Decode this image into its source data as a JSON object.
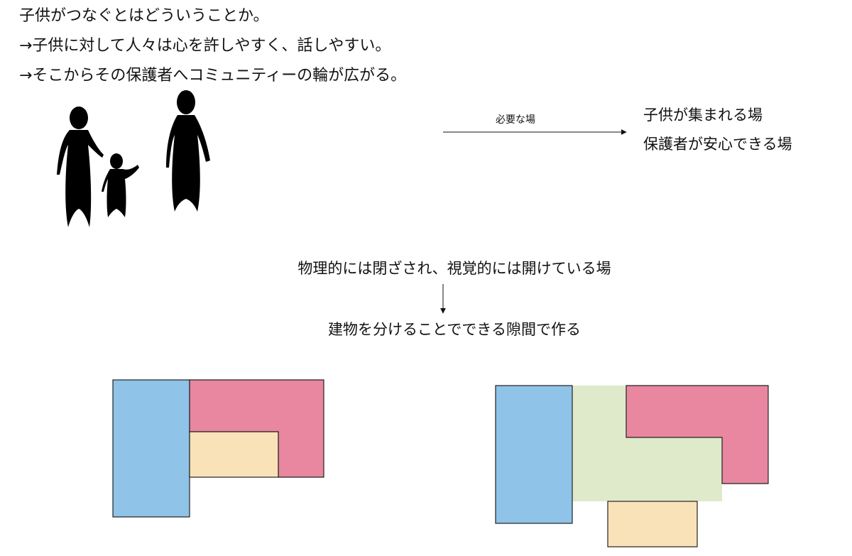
{
  "intro": {
    "line1": "子供がつなぐとはどういうことか。",
    "line2": "→子供に対して人々は心を許しやすく、話しやすい。",
    "line3": "→そこからその保護者へコミュニティーの輪が広がる。"
  },
  "arrow": {
    "label": "必要な場"
  },
  "needs": {
    "item1": "子供が集まれる場",
    "item2": "保護者が安心できる場"
  },
  "concept": {
    "condition": "物理的には閉ざされ、視覚的には開けている場",
    "method": "建物を分けることでできる隙間で作る"
  },
  "colors": {
    "blue": "#8fc3e8",
    "pink": "#e8879f",
    "peach": "#f9e2b8",
    "green": "#dfeacb",
    "silhouette": "#000000"
  },
  "icons": [
    "adult-figure-icon",
    "child-figure-icon"
  ]
}
